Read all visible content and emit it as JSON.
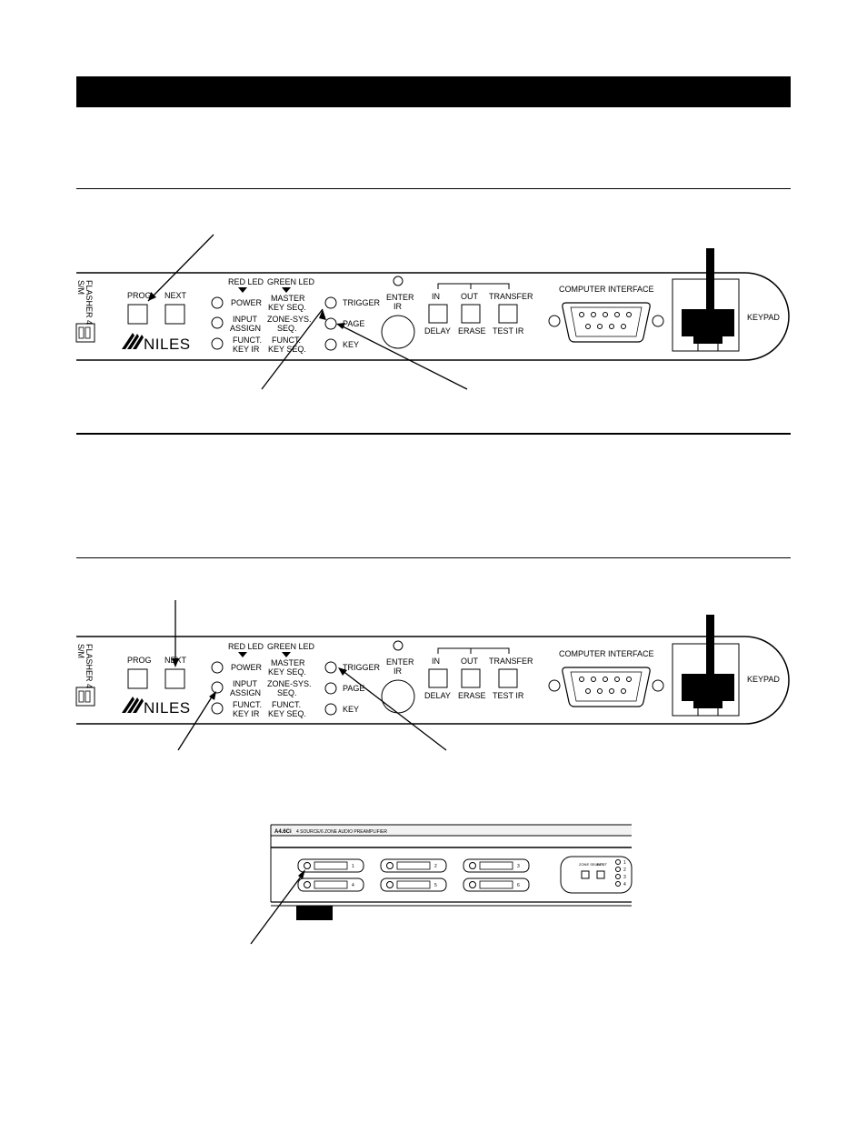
{
  "panel": {
    "flasher_label": "FLASHER 4",
    "flasher_sub": "S/M",
    "prog_label": "PROG.",
    "prog_label_alt": "PROG",
    "next_label": "NEXT",
    "brand": "NILES",
    "red_led": "RED LED",
    "green_led": "GREEN LED",
    "power": "POWER",
    "master1": "MASTER",
    "master2": "KEY SEQ.",
    "input1": "INPUT",
    "input2": "ASSIGN",
    "zone1": "ZONE-SYS.",
    "zone2": "SEQ.",
    "funct1": "FUNCT.",
    "funct2": "KEY IR",
    "functk1": "FUNCT.",
    "functk2": "KEY SEQ.",
    "trigger": "TRIGGER",
    "page": "PAGE",
    "key": "KEY",
    "enter": "ENTER",
    "ir": "IR",
    "in": "IN",
    "out": "OUT",
    "transfer": "TRANSFER",
    "delay": "DELAY",
    "erase": "ERASE",
    "test_ir": "TEST IR",
    "computer_interface": "COMPUTER INTERFACE",
    "keypad": "KEYPAD"
  },
  "preamp": {
    "model": "A4.6Ci",
    "description": "4 SOURCE/6 ZONE AUDIO PREAMPLIFIER",
    "zones": [
      "1",
      "2",
      "3",
      "4",
      "5",
      "6"
    ],
    "zone_select": "ZONE SELECT",
    "input": "INPUT",
    "inputs": [
      "1",
      "2",
      "3",
      "4"
    ]
  }
}
